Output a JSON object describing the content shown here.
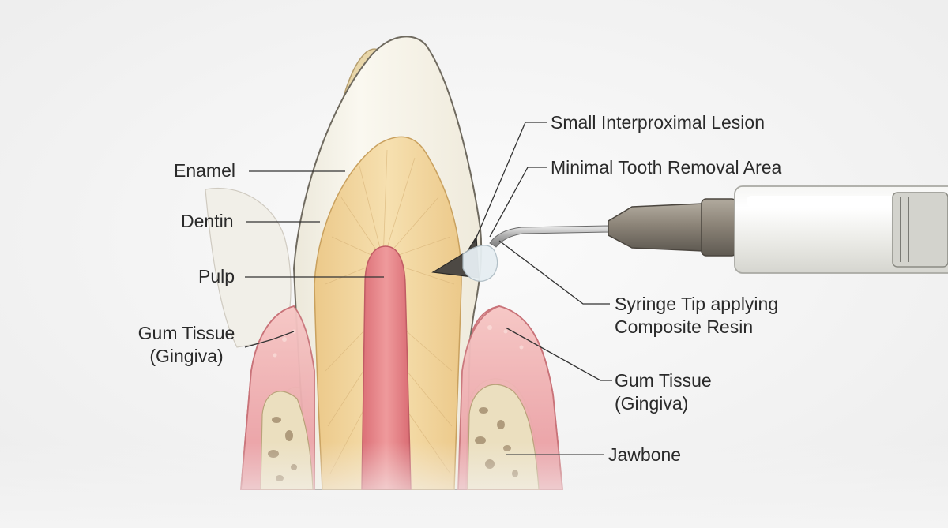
{
  "labels": {
    "enamel": "Enamel",
    "dentin": "Dentin",
    "pulp": "Pulp",
    "gum_left_line1": "Gum Tissue",
    "gum_left_line2": "(Gingiva)",
    "lesion": "Small Interproximal Lesion",
    "removal": "Minimal Tooth Removal Area",
    "syringe_line1": "Syringe Tip applying",
    "syringe_line2": "Composite Resin",
    "gum_right_line1": "Gum Tissue",
    "gum_right_line2": "(Gingiva)",
    "jawbone": "Jawbone"
  },
  "colors": {
    "background": "#f4f4f4",
    "enamel": "#f7f4ea",
    "dentin": "#f3dba6",
    "pulp": "#e98a8e",
    "gum": "#f0b3b3",
    "bone": "#eadfc3",
    "syringe_hub": "#8f877b",
    "leader_line": "#333333"
  }
}
